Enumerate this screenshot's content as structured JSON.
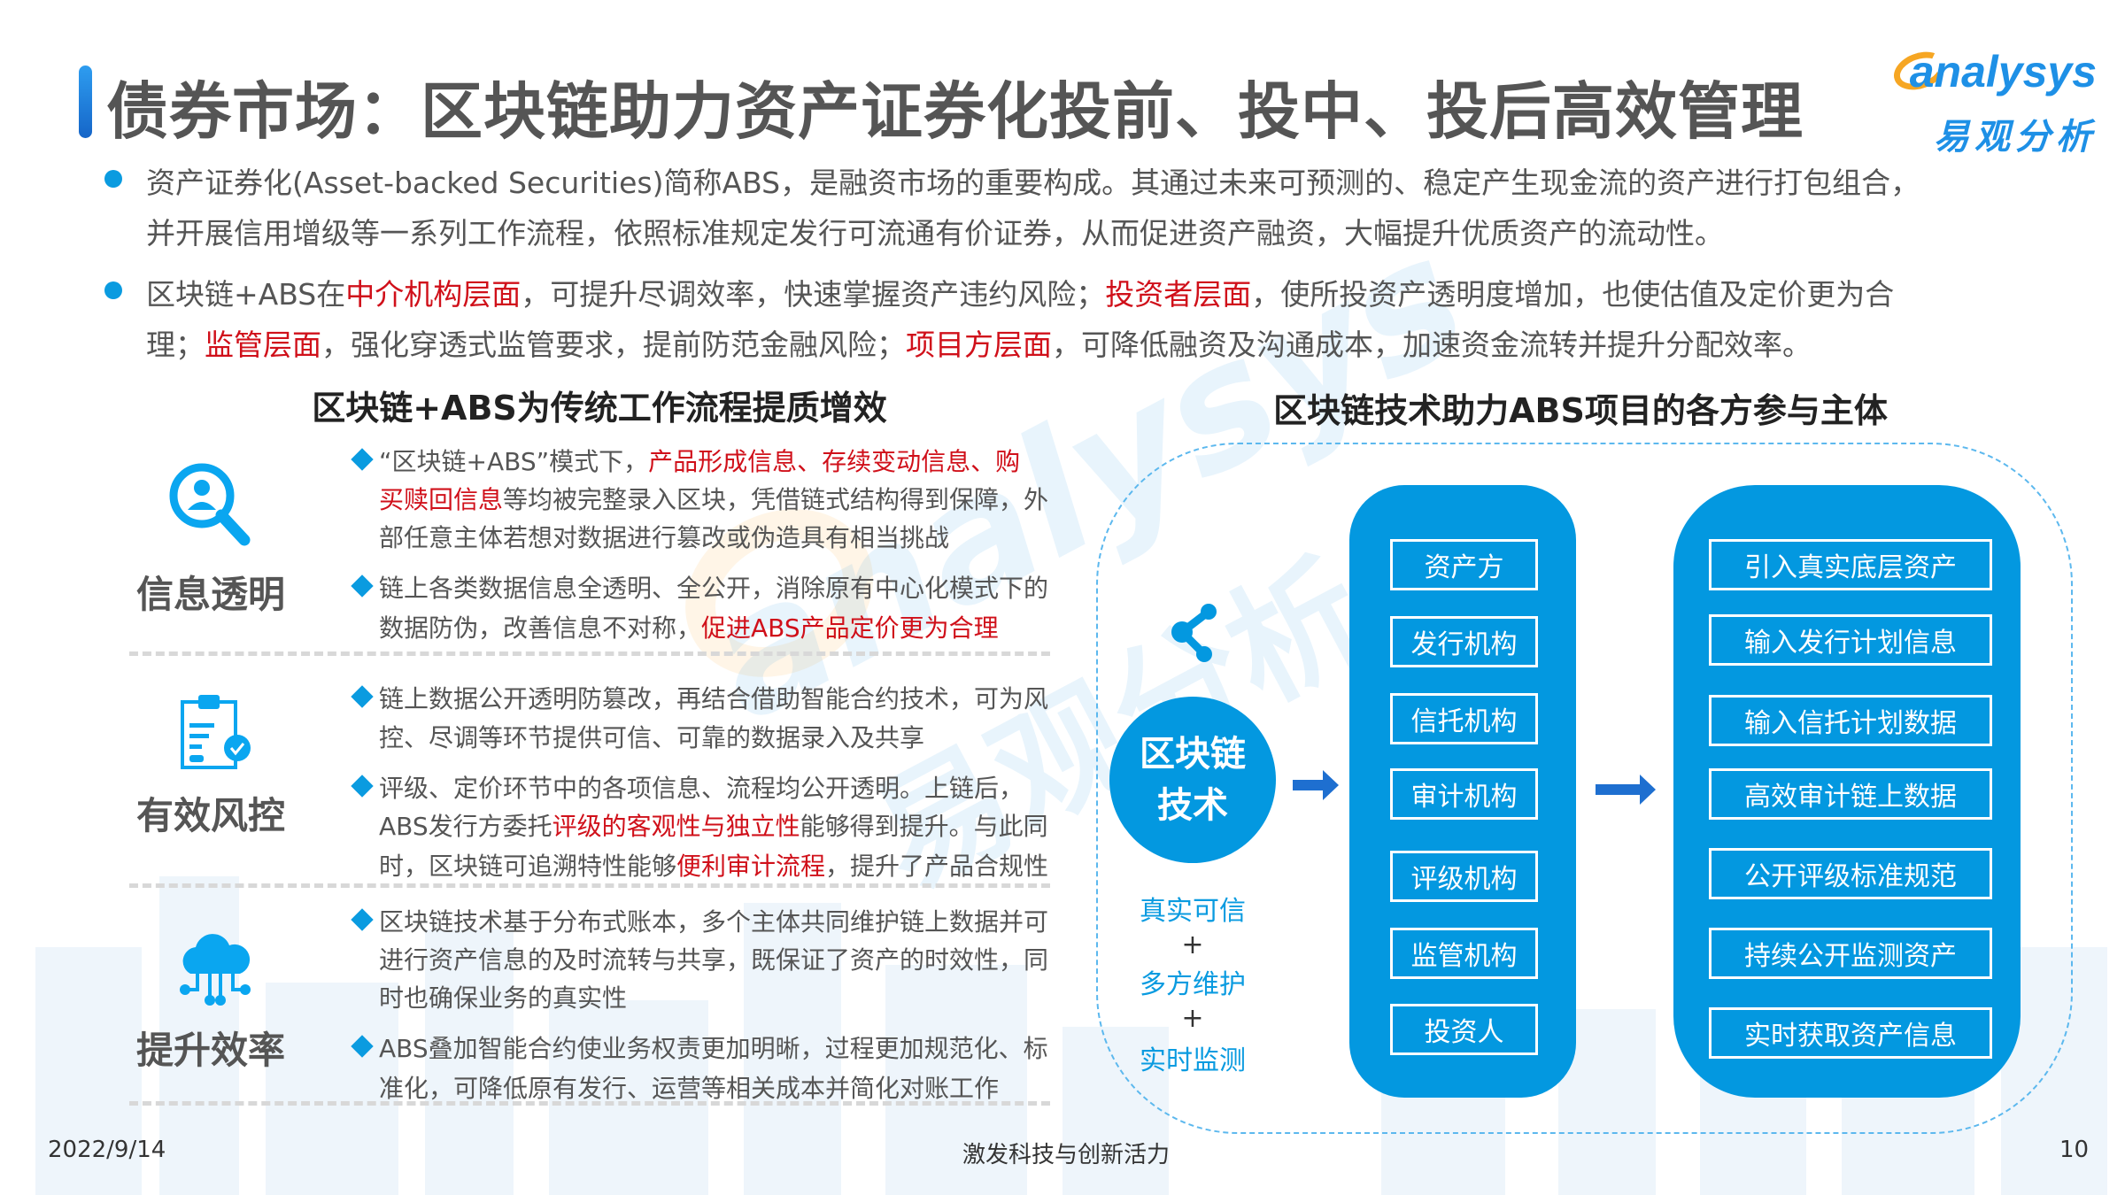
{
  "title": "债券市场：区块链助力资产证券化投前、投中、投后高效管理",
  "logo": {
    "en": "analysys",
    "cn": "易观分析"
  },
  "colors": {
    "accent": "#0398e0",
    "highlight": "#d0101a",
    "text": "#555555"
  },
  "intro": [
    {
      "lines": [
        [
          {
            "t": "资产证券化(Asset-backed  Securities)简称ABS，是融资市场的重要构成。其通过未来可预测的、稳定产生现金流的资产进行打包组合，",
            "hl": false
          }
        ],
        [
          {
            "t": "并开展信用增级等一系列工作流程，依照标准规定发行可流通有价证券，从而促进资产融资，大幅提升优质资产的流动性。",
            "hl": false
          }
        ]
      ]
    },
    {
      "lines": [
        [
          {
            "t": "区块链+ABS在",
            "hl": false
          },
          {
            "t": "中介机构层面",
            "hl": true
          },
          {
            "t": "，可提升尽调效率，快速掌握资产违约风险；",
            "hl": false
          },
          {
            "t": "投资者层面",
            "hl": true
          },
          {
            "t": "，使所投资产透明度增加，也使估值及定价更为合",
            "hl": false
          }
        ],
        [
          {
            "t": "理；",
            "hl": false
          },
          {
            "t": "监管层面",
            "hl": true
          },
          {
            "t": "，强化穿透式监管要求，提前防范金融风险；",
            "hl": false
          },
          {
            "t": "项目方层面",
            "hl": true
          },
          {
            "t": "，可降低融资及沟通成本，加速资金流转并提升分配效率。",
            "hl": false
          }
        ]
      ]
    }
  ],
  "left": {
    "heading": "区块链+ABS为传统工作流程提质增效",
    "categories": [
      {
        "label": "信息透明",
        "icon": "search-user-icon",
        "bullets": [
          [
            [
              {
                "t": "“区块链+ABS”模式下，",
                "hl": false
              },
              {
                "t": "产品形成信息、存续变动信息、购",
                "hl": true
              }
            ],
            [
              {
                "t": "买赎回信息",
                "hl": true
              },
              {
                "t": "等均被完整录入区块，凭借链式结构得到保障，外",
                "hl": false
              }
            ],
            [
              {
                "t": "部任意主体若想对数据进行篡改或伪造具有相当挑战",
                "hl": false
              }
            ]
          ],
          [
            [
              {
                "t": "链上各类数据信息全透明、全公开，消除原有中心化模式下的",
                "hl": false
              }
            ],
            [
              {
                "t": "数据防伪，改善信息不对称，",
                "hl": false
              },
              {
                "t": "促进ABS产品定价更为合理",
                "hl": true
              }
            ]
          ]
        ]
      },
      {
        "label": "有效风控",
        "icon": "clipboard-check-icon",
        "bullets": [
          [
            [
              {
                "t": "链上数据公开透明防篡改，再结合借助智能合约技术，可为风",
                "hl": false
              }
            ],
            [
              {
                "t": "控、尽调等环节提供可信、可靠的数据录入及共享",
                "hl": false
              }
            ]
          ],
          [
            [
              {
                "t": "评级、定价环节中的各项信息、流程均公开透明。上链后，",
                "hl": false
              }
            ],
            [
              {
                "t": "ABS发行方委托",
                "hl": false
              },
              {
                "t": "评级的客观性与独立性",
                "hl": true
              },
              {
                "t": "能够得到提升。与此同",
                "hl": false
              }
            ],
            [
              {
                "t": "时，区块链可追溯特性能够",
                "hl": false
              },
              {
                "t": "便利审计流程",
                "hl": true
              },
              {
                "t": "，提升了产品合规性",
                "hl": false
              }
            ]
          ]
        ]
      },
      {
        "label": "提升效率",
        "icon": "cloud-network-icon",
        "bullets": [
          [
            [
              {
                "t": "区块链技术基于分布式账本，多个主体共同维护链上数据并可",
                "hl": false
              }
            ],
            [
              {
                "t": "进行资产信息的及时流转与共享，既保证了资产的时效性，同",
                "hl": false
              }
            ],
            [
              {
                "t": "时也确保业务的真实性",
                "hl": false
              }
            ]
          ],
          [
            [
              {
                "t": "ABS叠加智能合约使业务权责更加明晰，过程更加规范化、标",
                "hl": false
              }
            ],
            [
              {
                "t": "准化，可降低原有发行、运营等相关成本并简化对账工作",
                "hl": false
              }
            ]
          ]
        ]
      }
    ]
  },
  "right": {
    "heading": "区块链技术助力ABS项目的各方参与主体",
    "core_line1": "区块链",
    "core_line2": "技术",
    "core_icon": "share-nodes-icon",
    "features": [
      "真实可信",
      "多方维护",
      "实时监测"
    ],
    "plus": "+",
    "participants": [
      "资产方",
      "发行机构",
      "信托机构",
      "审计机构",
      "评级机构",
      "监管机构",
      "投资人"
    ],
    "functions": [
      "引入真实底层资产",
      "输入发行计划信息",
      "输入信托计划数据",
      "高效审计链上数据",
      "公开评级标准规范",
      "持续公开监测资产",
      "实时获取资产信息"
    ]
  },
  "footer": {
    "date": "2022/9/14",
    "slogan": "激发科技与创新活力",
    "page": "10"
  }
}
